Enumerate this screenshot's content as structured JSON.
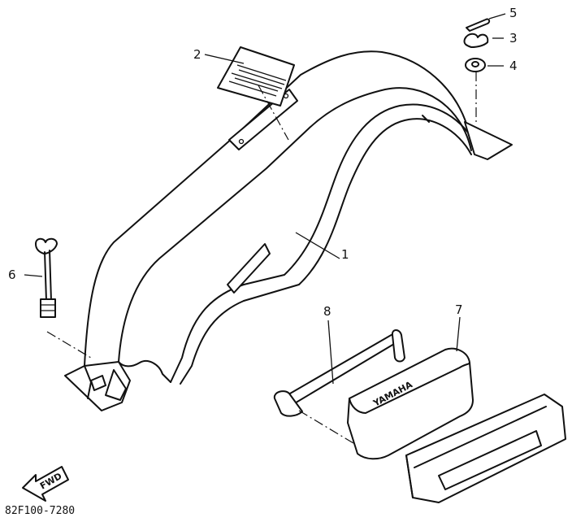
{
  "callouts": {
    "c1": "1",
    "c2": "2",
    "c3": "3",
    "c4": "4",
    "c5": "5",
    "c6": "6",
    "c7": "7",
    "c8": "8"
  },
  "case_marking": "YAMAHA",
  "fwd_label": "FWD",
  "drawing_code": "82F100-7280",
  "icons": [
    "fwd-arrow-icon"
  ]
}
